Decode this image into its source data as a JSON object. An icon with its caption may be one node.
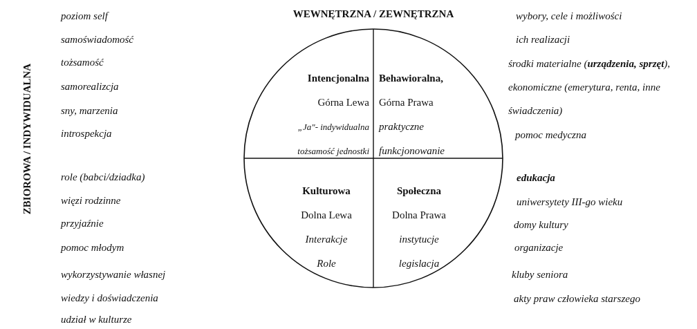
{
  "diagram": {
    "title": "WEWNĘTRZNA / ZEWNĘTRZNA",
    "nodes": [
      {
        "text": [],
        "shape": "circle"
      },
      {
        "text": [
          "Intencjonalna",
          "Górna Lewa",
          "„Ja\"- indywidualna",
          "tożsamość jednostki"
        ],
        "in": 0
      },
      {
        "text": [
          "Behawioralna,",
          "Górna Prawa",
          "praktyczne",
          "funkcjonowanie"
        ],
        "in": 0
      },
      {
        "text": [
          "Kulturowa",
          "Dolna Lewa",
          "Interakcje",
          "Role"
        ],
        "in": 0
      },
      {
        "text": [
          "Społeczna",
          "Dolna Prawa",
          "instytucje",
          "legislacja"
        ],
        "in": 0
      }
    ],
    "edges": [],
    "labels": [
      "ZBIOROWA / INDYWIDUALNA",
      "poziom self",
      "samoświadomość",
      "tożsamość",
      "samorealizcja",
      "sny, marzenia",
      "introspekcja",
      "role (babci/dziadka)",
      "więzi rodzinne",
      "przyjaźnie",
      "pomoc młodym",
      "wykorzystywanie własnej wiedzy i doświadczenia",
      "udział w kulturze",
      "wybory, cele i możliwości ich realizacji",
      "środki materialne (**urządzenia, sprzęt**), ekonomiczne (emerytura, renta, inne świadczenia)",
      "pomoc medyczna",
      "edukacja",
      "uniwersytety III-go wieku",
      "domy kultury",
      "organizacje",
      "kluby seniora",
      "akty praw człowieka starszego"
    ]
  }
}
